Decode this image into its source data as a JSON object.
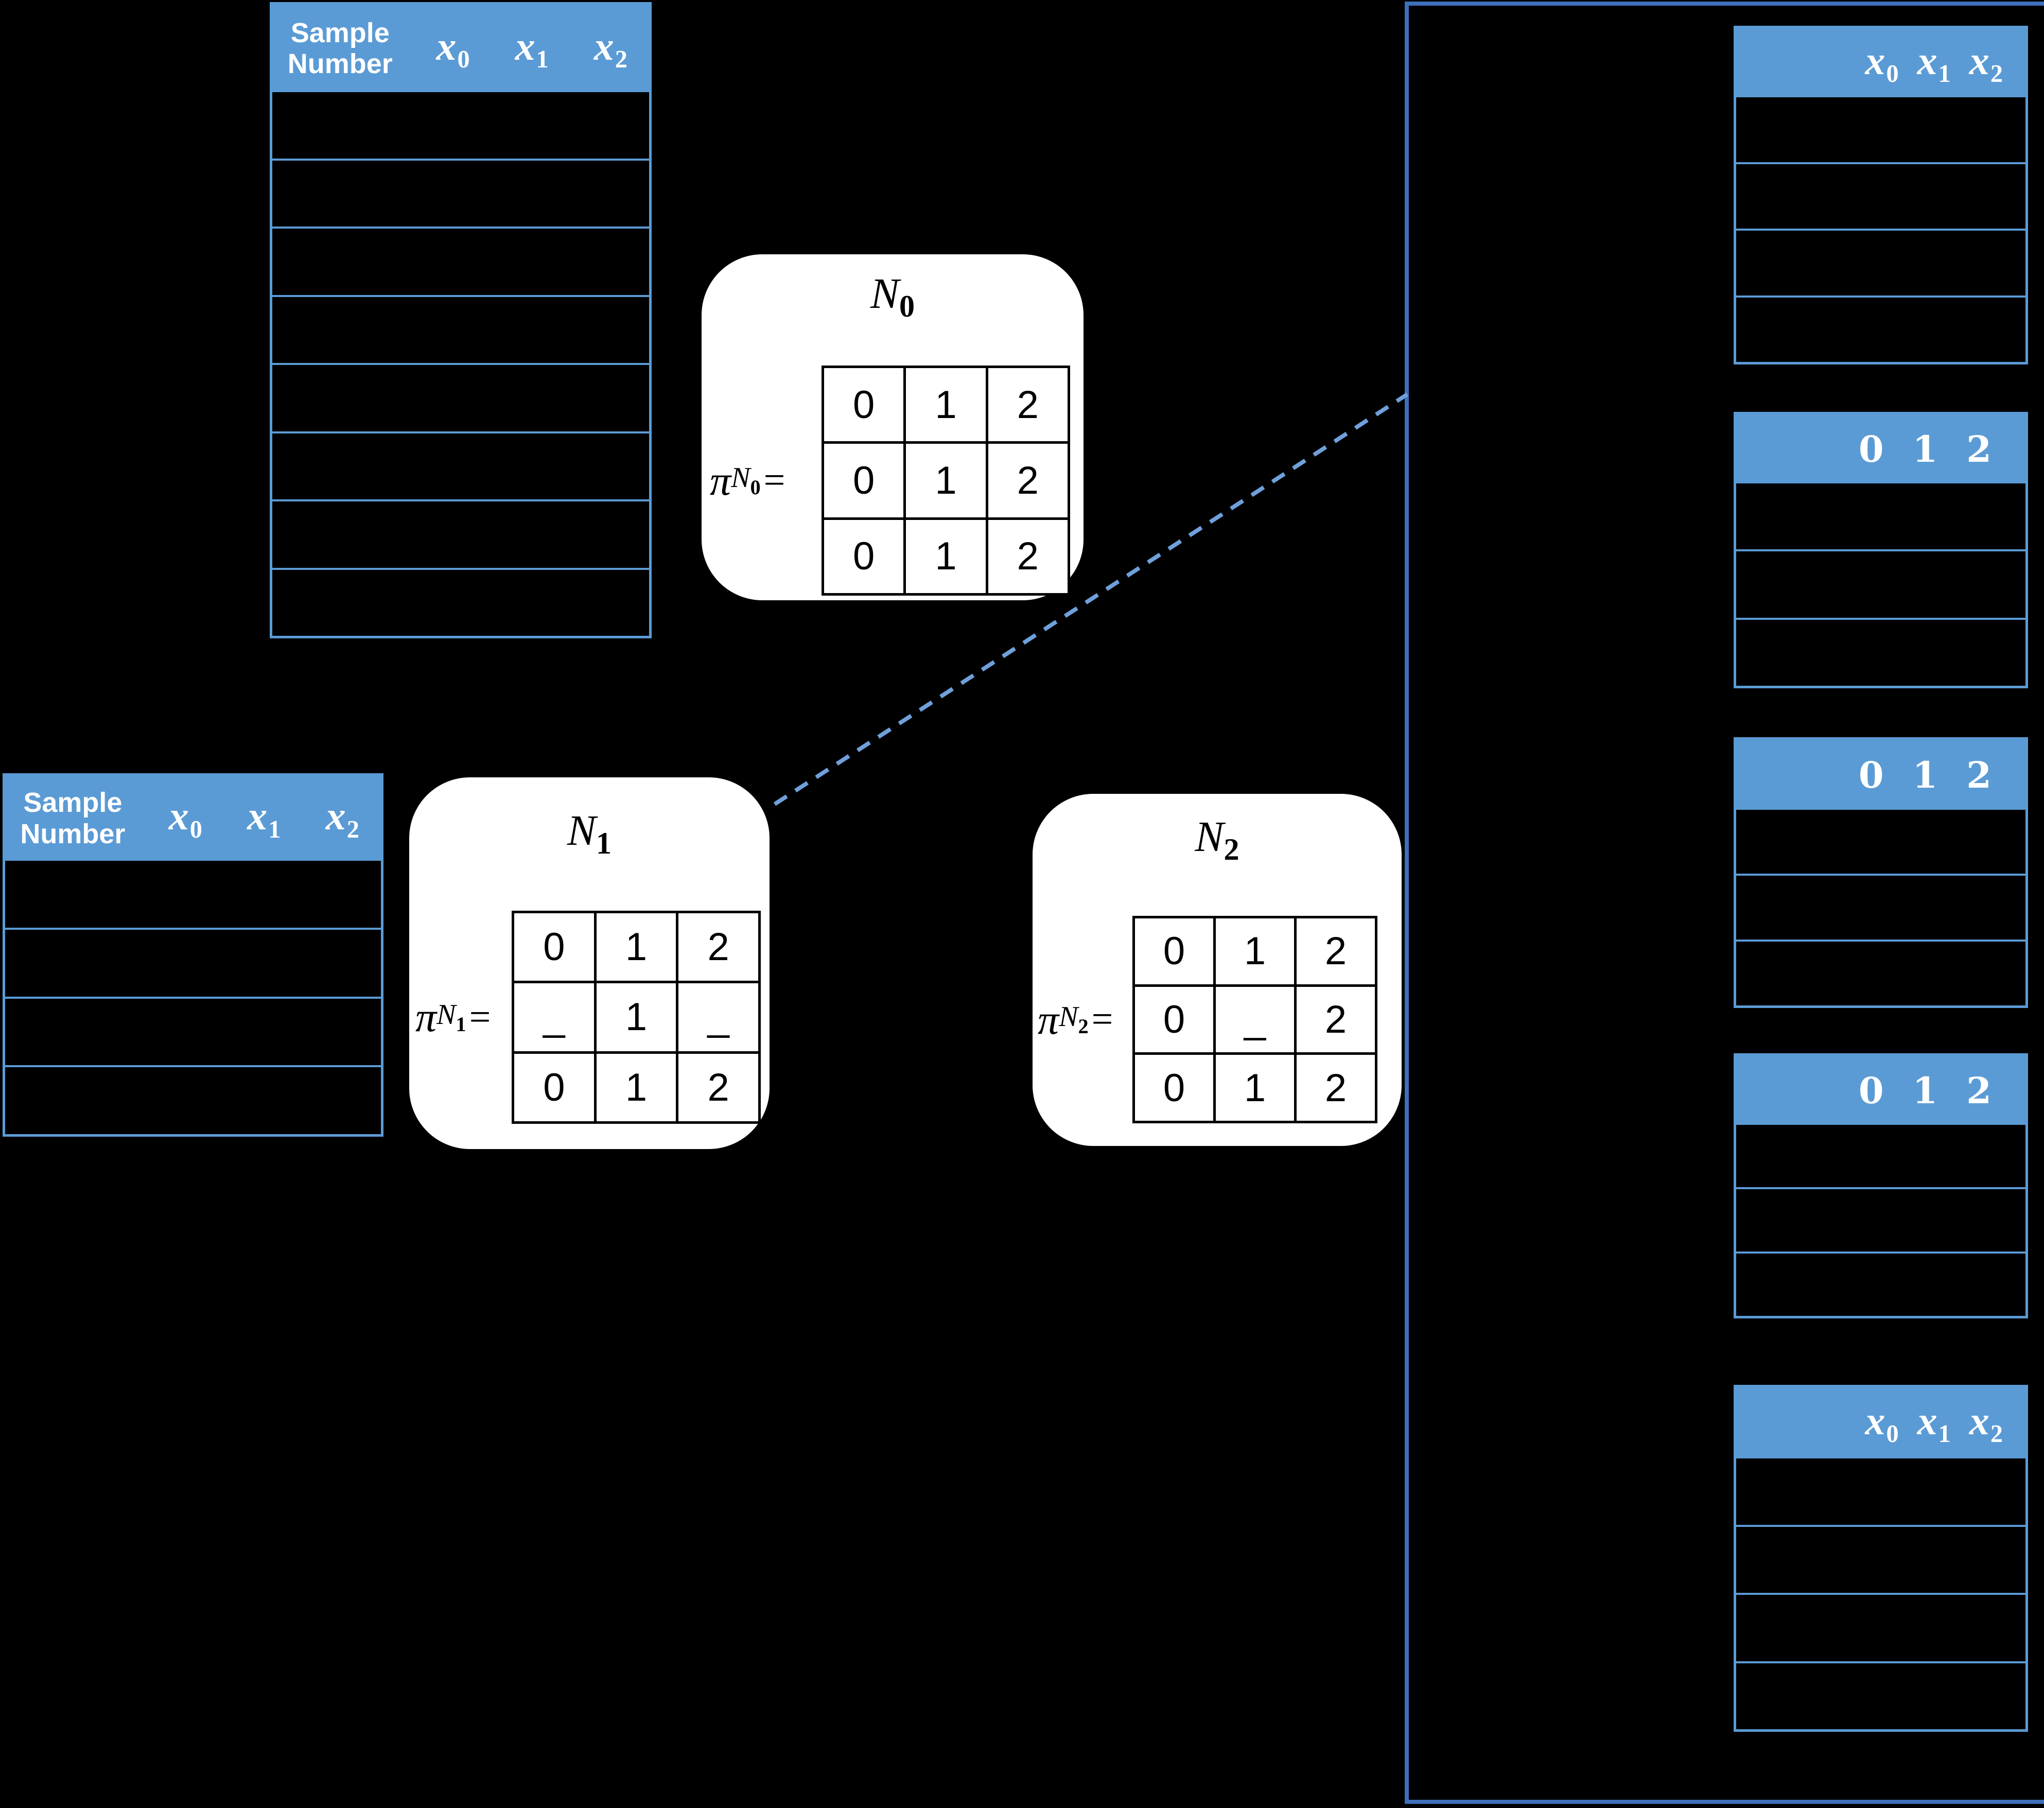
{
  "colors": {
    "page_bg": "#000000",
    "header_blue": "#5B9BD5",
    "table_border_blue": "#5B9BD5",
    "panel_outline_blue": "#3E6FBB",
    "dashed_line_blue": "#6FA0DB",
    "box_bg": "#FFFFFF",
    "header_text": "#FFFFFF",
    "matrix_text": "#000000"
  },
  "sample_tables": [
    {
      "header_label": "Sample Number",
      "columns": [
        {
          "base": "x",
          "sub": "0"
        },
        {
          "base": "x",
          "sub": "1"
        },
        {
          "base": "x",
          "sub": "2"
        }
      ],
      "row_count": 8
    },
    {
      "header_label": "Sample Number",
      "columns": [
        {
          "base": "x",
          "sub": "0"
        },
        {
          "base": "x",
          "sub": "1"
        },
        {
          "base": "x",
          "sub": "2"
        }
      ],
      "row_count": 4
    }
  ],
  "matrix_boxes": [
    {
      "title_base": "N",
      "title_sub": "0",
      "pi_symbol": "π",
      "pi_sub_base": "N",
      "pi_sub_digit": "0",
      "equals": "=",
      "cells": [
        [
          "0",
          "1",
          "2"
        ],
        [
          "0",
          "1",
          "2"
        ],
        [
          "0",
          "1",
          "2"
        ]
      ]
    },
    {
      "title_base": "N",
      "title_sub": "1",
      "pi_symbol": "π",
      "pi_sub_base": "N",
      "pi_sub_digit": "1",
      "equals": "=",
      "cells": [
        [
          "0",
          "1",
          "2"
        ],
        [
          "_",
          "1",
          "_"
        ],
        [
          "0",
          "1",
          "2"
        ]
      ]
    },
    {
      "title_base": "N",
      "title_sub": "2",
      "pi_symbol": "π",
      "pi_sub_base": "N",
      "pi_sub_digit": "2",
      "equals": "=",
      "cells": [
        [
          "0",
          "1",
          "2"
        ],
        [
          "0",
          "_",
          "2"
        ],
        [
          "0",
          "1",
          "2"
        ]
      ]
    }
  ],
  "result_tables": [
    {
      "columns": [
        {
          "base": "x",
          "sub": "0"
        },
        {
          "base": "x",
          "sub": "1"
        },
        {
          "base": "x",
          "sub": "2"
        }
      ],
      "row_count": 4
    },
    {
      "columns": [
        {
          "base": "0"
        },
        {
          "base": "1"
        },
        {
          "base": "2"
        }
      ],
      "row_count": 3
    },
    {
      "columns": [
        {
          "base": "0"
        },
        {
          "base": "1"
        },
        {
          "base": "2"
        }
      ],
      "row_count": 3
    },
    {
      "columns": [
        {
          "base": "0"
        },
        {
          "base": "1"
        },
        {
          "base": "2"
        }
      ],
      "row_count": 3
    },
    {
      "columns": [
        {
          "base": "x",
          "sub": "0"
        },
        {
          "base": "x",
          "sub": "1"
        },
        {
          "base": "x",
          "sub": "2"
        }
      ],
      "row_count": 4
    }
  ]
}
